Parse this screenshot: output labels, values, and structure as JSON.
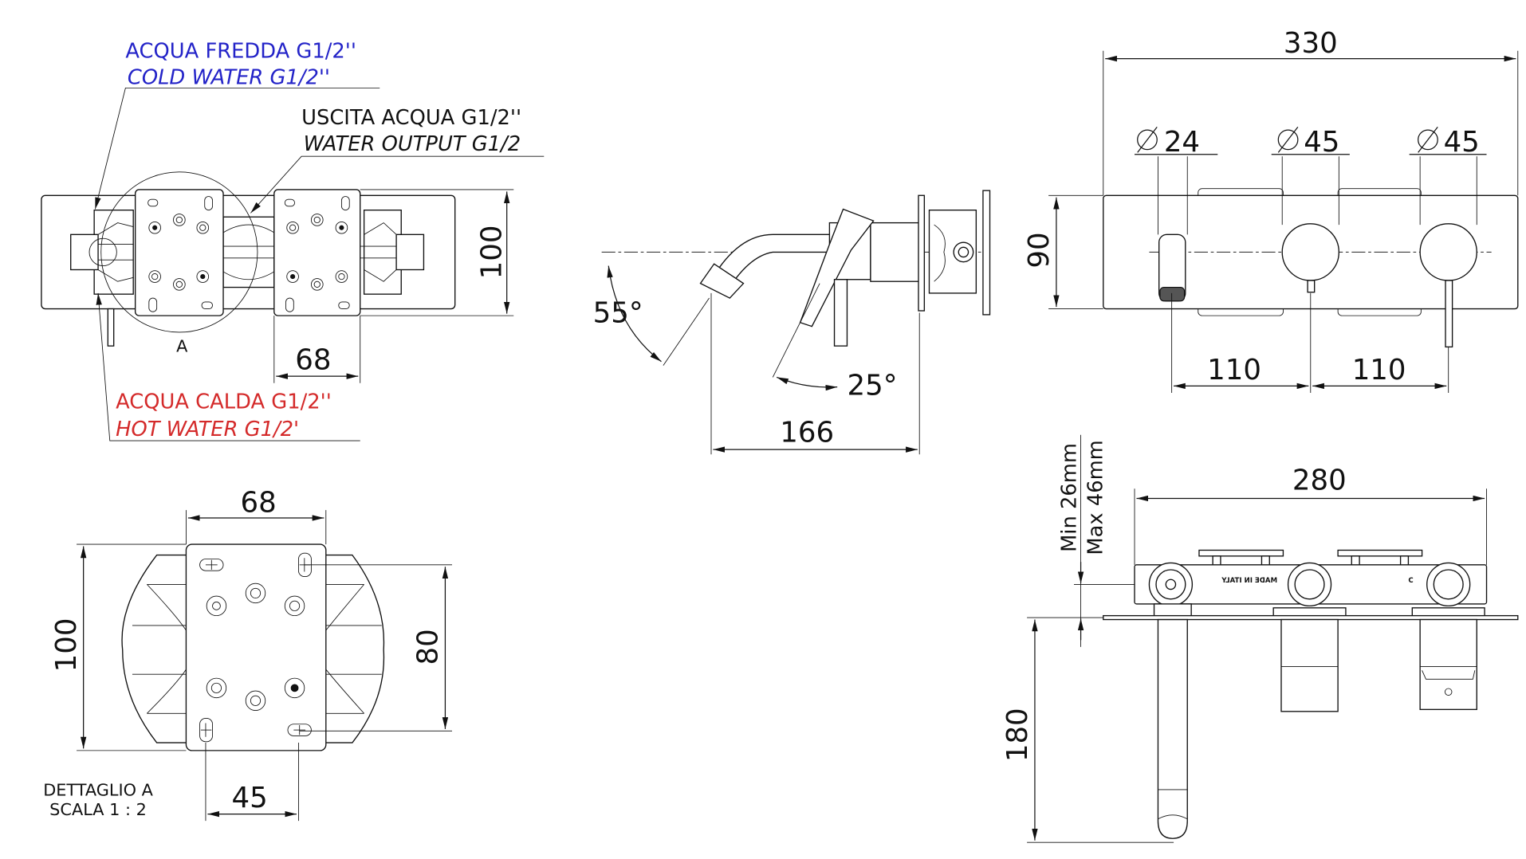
{
  "colors": {
    "cold": "#2323c8",
    "hot": "#d42a2a",
    "line": "#111111"
  },
  "plan_view": {
    "cold_label_it": "ACQUA FREDDA G1/2''",
    "cold_label_en": "COLD WATER G1/2''",
    "output_label_it": "USCITA ACQUA G1/2''",
    "output_label_en": "WATER OUTPUT G1/2",
    "hot_label_it": "ACQUA CALDA G1/2''",
    "hot_label_en": "HOT WATER G1/2'",
    "detail_marker": "A",
    "dim_height": "100",
    "dim_plate_width": "68"
  },
  "side_view": {
    "angle_spout": "55°",
    "angle_lever": "25°",
    "dim_depth": "166"
  },
  "front_view": {
    "dim_width": "330",
    "dim_spout_dia": "24",
    "dim_knob1_dia": "45",
    "dim_knob2_dia": "45",
    "dim_height": "90",
    "dim_spacing1": "110",
    "dim_spacing2": "110"
  },
  "detail_view": {
    "dim_width": "68",
    "dim_height": "100",
    "dim_hole_vertical": "80",
    "dim_hole_horizontal": "45",
    "title": "DETTAGLIO A",
    "scale": "SCALA 1 : 2"
  },
  "top_view": {
    "dim_width": "280",
    "depth_min": "Min 26mm",
    "depth_max": "Max 46mm",
    "dim_spout_length": "180",
    "stamp": "MADE IN ITALY",
    "stamp_letter": "C"
  }
}
